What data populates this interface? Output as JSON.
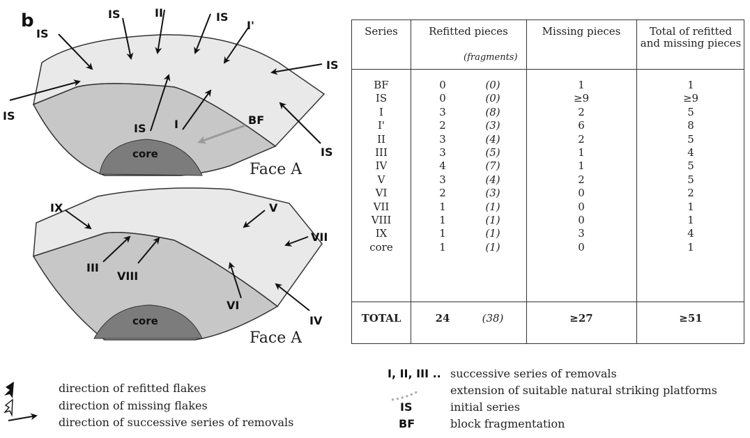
{
  "panel_label": "b",
  "figure": {
    "face_top_label": "Face A",
    "face_bottom_label": "Face A",
    "core_label_top": "core",
    "core_label_bottom": "core",
    "top_labels": {
      "is_1": "IS",
      "is_2": "IS",
      "is_3": "IS",
      "is_4": "IS",
      "is_5": "IS",
      "is_6": "IS",
      "is_7": "IS",
      "ii": "II",
      "i_prime": "I'",
      "i": "I",
      "bf": "BF"
    },
    "bottom_labels": {
      "ix": "IX",
      "v": "V",
      "vii": "VII",
      "iii": "III",
      "viii": "VIII",
      "vi": "VI",
      "iv": "IV"
    },
    "colors": {
      "surface_light": "#e9e9e9",
      "surface_mid": "#c7c7c7",
      "core": "#7c7c7c",
      "bf_arrow": "#9a9a9a",
      "outline": "#333333"
    }
  },
  "table": {
    "headers": {
      "series": "Series",
      "refitted": "Refitted pieces",
      "fragments": "(fragments)",
      "missing": "Missing pieces",
      "total_line1": "Total of refitted",
      "total_line2": "and missing pieces"
    },
    "rows": [
      {
        "series": "BF",
        "refitted": "0",
        "fragments": "(0)",
        "missing": "1",
        "total": "1"
      },
      {
        "series": "IS",
        "refitted": "0",
        "fragments": "(0)",
        "missing": "≥9",
        "total": "≥9"
      },
      {
        "series": "I",
        "refitted": "3",
        "fragments": "(8)",
        "missing": "2",
        "total": "5"
      },
      {
        "series": "I'",
        "refitted": "2",
        "fragments": "(3)",
        "missing": "6",
        "total": "8"
      },
      {
        "series": "II",
        "refitted": "3",
        "fragments": "(4)",
        "missing": "2",
        "total": "5"
      },
      {
        "series": "III",
        "refitted": "3",
        "fragments": "(5)",
        "missing": "1",
        "total": "4"
      },
      {
        "series": "IV",
        "refitted": "4",
        "fragments": "(7)",
        "missing": "1",
        "total": "5"
      },
      {
        "series": "V",
        "refitted": "3",
        "fragments": "(4)",
        "missing": "2",
        "total": "5"
      },
      {
        "series": "VI",
        "refitted": "2",
        "fragments": "(3)",
        "missing": "0",
        "total": "2"
      },
      {
        "series": "VII",
        "refitted": "1",
        "fragments": "(1)",
        "missing": "0",
        "total": "1"
      },
      {
        "series": "VIII",
        "refitted": "1",
        "fragments": "(1)",
        "missing": "0",
        "total": "1"
      },
      {
        "series": "IX",
        "refitted": "1",
        "fragments": "(1)",
        "missing": "3",
        "total": "4"
      },
      {
        "series": "core",
        "refitted": "1",
        "fragments": "(1)",
        "missing": "0",
        "total": "1"
      }
    ],
    "total": {
      "series": "TOTAL",
      "refitted": "24",
      "fragments": "(38)",
      "missing": "≥27",
      "total": "≥51"
    }
  },
  "legend": {
    "refitted_flakes": "direction of refitted flakes",
    "missing_flakes": "direction of missing flakes",
    "successive_series": "direction of successive series of removals",
    "series_symbol": "I, II, III ..",
    "series_text": "successive series of removals",
    "extension_text": "extension of suitable natural striking platforms",
    "is_symbol": "IS",
    "is_text": "initial series",
    "bf_symbol": "BF",
    "bf_text": "block fragmentation"
  }
}
